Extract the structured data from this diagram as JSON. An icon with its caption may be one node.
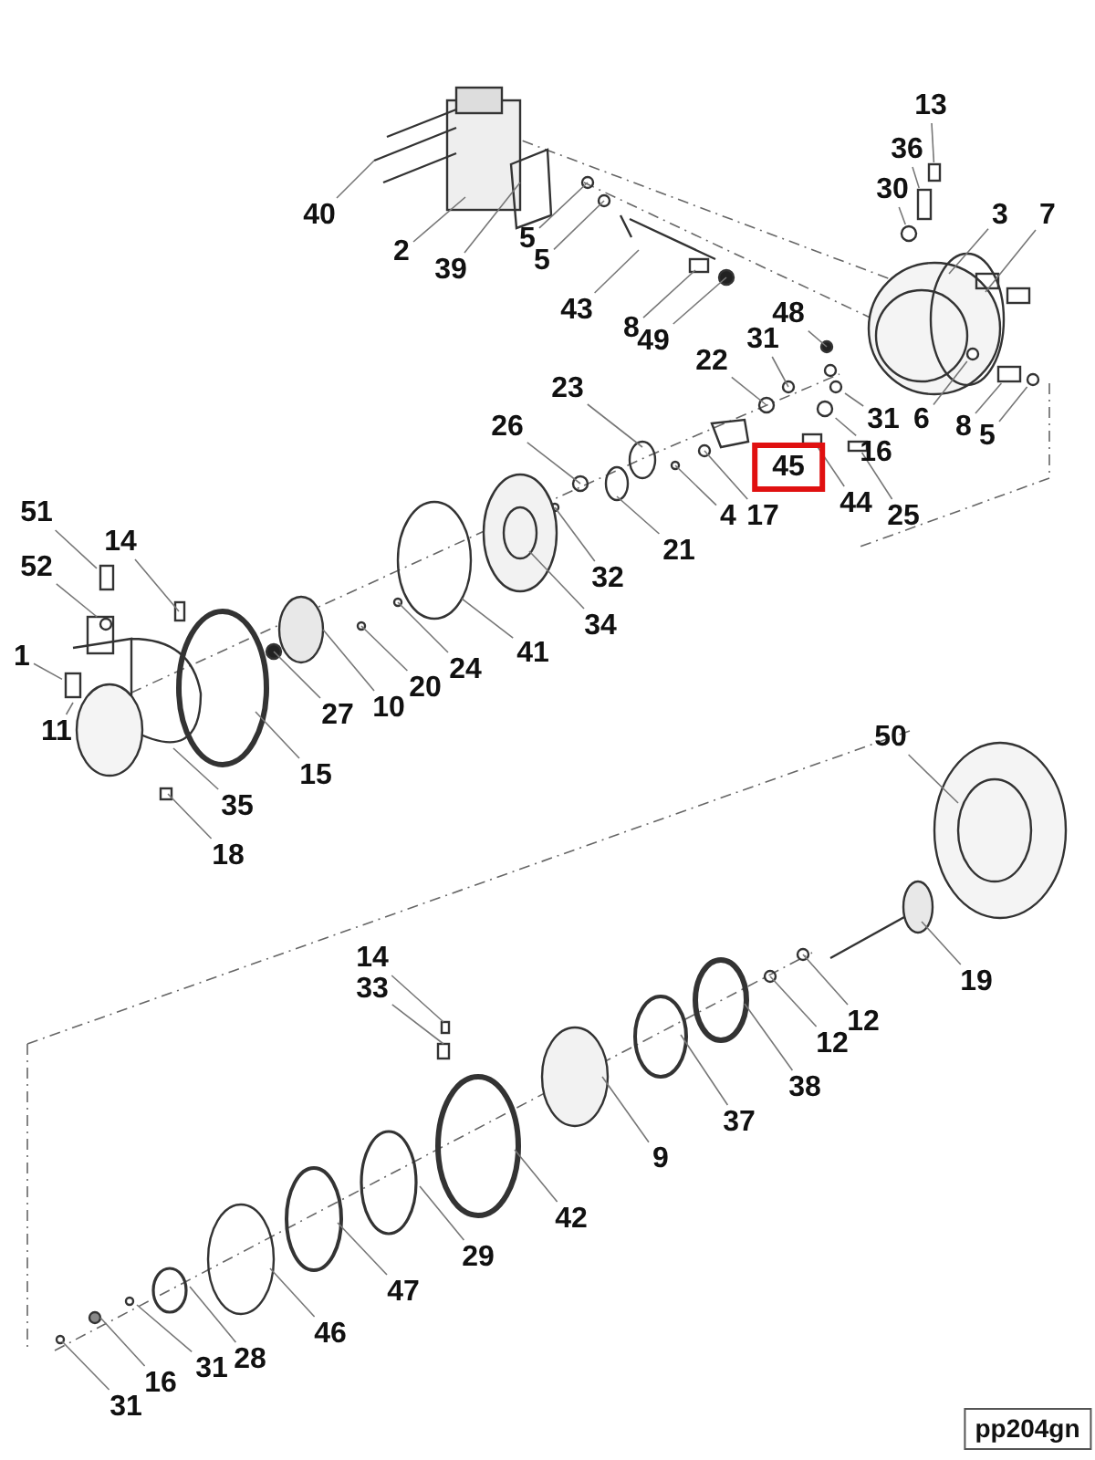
{
  "diagram": {
    "nodes": [
      {
        "text": [
          "13"
        ]
      },
      {
        "text": [
          "36"
        ]
      },
      {
        "text": [
          "30"
        ]
      },
      {
        "text": [
          "40"
        ]
      },
      {
        "text": [
          "2"
        ]
      },
      {
        "text": [
          "39"
        ]
      },
      {
        "text": [
          "3"
        ]
      },
      {
        "text": [
          "7"
        ]
      },
      {
        "text": [
          "5"
        ]
      },
      {
        "text": [
          "5"
        ]
      },
      {
        "text": [
          "43"
        ]
      },
      {
        "text": [
          "8"
        ]
      },
      {
        "text": [
          "49"
        ]
      },
      {
        "text": [
          "48"
        ]
      },
      {
        "text": [
          "22"
        ]
      },
      {
        "text": [
          "31"
        ]
      },
      {
        "text": [
          "23"
        ]
      },
      {
        "text": [
          "31"
        ]
      },
      {
        "text": [
          "6"
        ]
      },
      {
        "text": [
          "8"
        ]
      },
      {
        "text": [
          "5"
        ]
      },
      {
        "text": [
          "16"
        ]
      },
      {
        "text": [
          "26"
        ]
      },
      {
        "text": [
          "4"
        ]
      },
      {
        "text": [
          "17"
        ]
      },
      {
        "text": [
          "44"
        ]
      },
      {
        "text": [
          "25"
        ]
      },
      {
        "text": [
          "21"
        ]
      },
      {
        "text": [
          "51"
        ]
      },
      {
        "text": [
          "14"
        ]
      },
      {
        "text": [
          "52"
        ]
      },
      {
        "text": [
          "32"
        ]
      },
      {
        "text": [
          "34"
        ]
      },
      {
        "text": [
          "1"
        ]
      },
      {
        "text": [
          "41"
        ]
      },
      {
        "text": [
          "24"
        ]
      },
      {
        "text": [
          "20"
        ]
      },
      {
        "text": [
          "27"
        ]
      },
      {
        "text": [
          "10"
        ]
      },
      {
        "text": [
          "11"
        ]
      },
      {
        "text": [
          "15"
        ]
      },
      {
        "text": [
          "35"
        ]
      },
      {
        "text": [
          "18"
        ]
      },
      {
        "text": [
          "50"
        ]
      },
      {
        "text": [
          "19"
        ]
      },
      {
        "text": [
          "14"
        ]
      },
      {
        "text": [
          "33"
        ]
      },
      {
        "text": [
          "12"
        ]
      },
      {
        "text": [
          "12"
        ]
      },
      {
        "text": [
          "38"
        ]
      },
      {
        "text": [
          "37"
        ]
      },
      {
        "text": [
          "9"
        ]
      },
      {
        "text": [
          "42"
        ]
      },
      {
        "text": [
          "29"
        ]
      },
      {
        "text": [
          "47"
        ]
      },
      {
        "text": [
          "46"
        ]
      },
      {
        "text": [
          "28"
        ]
      },
      {
        "text": [
          "31"
        ]
      },
      {
        "text": [
          "16"
        ]
      },
      {
        "text": [
          "31"
        ]
      },
      {
        "text": [
          "45"
        ]
      },
      {
        "text": [
          "pp204gn"
        ]
      },
      {
        "text": [],
        "shape": "box"
      },
      {
        "text": [],
        "shape": "box"
      },
      {
        "text": [],
        "shape": "circle"
      },
      {
        "text": [],
        "shape": "box"
      },
      {
        "text": [],
        "shape": "box"
      },
      {
        "text": [],
        "shape": "box"
      },
      {
        "text": [],
        "shape": "box"
      },
      {
        "text": [],
        "shape": "circle"
      },
      {
        "text": [],
        "shape": "circle"
      },
      {
        "text": [],
        "shape": "circle"
      },
      {
        "text": [],
        "shape": "circle"
      },
      {
        "text": [],
        "shape": "box"
      },
      {
        "text": [],
        "shape": "circle"
      }
    ],
    "edges": [
      {
        "from": 0,
        "to": 62,
        "arrow": "none"
      },
      {
        "from": 1,
        "to": 63,
        "arrow": "none"
      },
      {
        "from": 2,
        "to": 69,
        "arrow": "none"
      },
      {
        "from": 3,
        "to": null,
        "arrow": "none"
      },
      {
        "from": 4,
        "to": null,
        "arrow": "none"
      },
      {
        "from": 5,
        "to": null,
        "arrow": "none"
      },
      {
        "from": 6,
        "to": null,
        "arrow": "none"
      },
      {
        "from": 7,
        "to": null,
        "arrow": "none"
      },
      {
        "from": 8,
        "to": null,
        "arrow": "none"
      },
      {
        "from": 9,
        "to": null,
        "arrow": "none"
      },
      {
        "from": 10,
        "to": null,
        "arrow": "none"
      },
      {
        "from": 11,
        "to": null,
        "arrow": "none"
      },
      {
        "from": 12,
        "to": null,
        "arrow": "none"
      },
      {
        "from": 13,
        "to": null,
        "arrow": "none"
      },
      {
        "from": 14,
        "to": null,
        "arrow": "none"
      },
      {
        "from": 15,
        "to": null,
        "arrow": "none"
      },
      {
        "from": 16,
        "to": null,
        "arrow": "none"
      },
      {
        "from": 17,
        "to": 70,
        "arrow": "none"
      },
      {
        "from": 18,
        "to": 72,
        "arrow": "none"
      },
      {
        "from": 19,
        "to": 73,
        "arrow": "none"
      },
      {
        "from": 20,
        "to": 74,
        "arrow": "none"
      },
      {
        "from": 21,
        "to": 64,
        "arrow": "none"
      },
      {
        "from": 22,
        "to": null,
        "arrow": "none"
      },
      {
        "from": 23,
        "to": null,
        "arrow": "none"
      },
      {
        "from": 24,
        "to": null,
        "arrow": "none"
      },
      {
        "from": 25,
        "to": 65,
        "arrow": "none"
      },
      {
        "from": 26,
        "to": 66,
        "arrow": "none"
      },
      {
        "from": 27,
        "to": null,
        "arrow": "none"
      },
      {
        "from": 28,
        "to": 67,
        "arrow": "none"
      },
      {
        "from": 29,
        "to": null,
        "arrow": "none"
      },
      {
        "from": 30,
        "to": 71,
        "arrow": "none"
      },
      {
        "from": 31,
        "to": null,
        "arrow": "none"
      },
      {
        "from": 32,
        "to": null,
        "arrow": "none"
      },
      {
        "from": 33,
        "to": 68,
        "arrow": "none"
      },
      {
        "from": 34,
        "to": null,
        "arrow": "none"
      },
      {
        "from": 35,
        "to": null,
        "arrow": "none"
      },
      {
        "from": 36,
        "to": null,
        "arrow": "none"
      },
      {
        "from": 37,
        "to": null,
        "arrow": "none"
      },
      {
        "from": 38,
        "to": null,
        "arrow": "none"
      },
      {
        "from": 39,
        "to": null,
        "arrow": "none"
      },
      {
        "from": 40,
        "to": null,
        "arrow": "none"
      },
      {
        "from": 41,
        "to": null,
        "arrow": "none"
      },
      {
        "from": 42,
        "to": null,
        "arrow": "none"
      },
      {
        "from": 43,
        "to": null,
        "arrow": "none"
      },
      {
        "from": 44,
        "to": null,
        "arrow": "none"
      },
      {
        "from": 45,
        "to": null,
        "arrow": "none"
      },
      {
        "from": 46,
        "to": null,
        "arrow": "none"
      },
      {
        "from": 47,
        "to": null,
        "arrow": "none"
      },
      {
        "from": 48,
        "to": null,
        "arrow": "none"
      },
      {
        "from": 49,
        "to": null,
        "arrow": "none"
      },
      {
        "from": 50,
        "to": null,
        "arrow": "none"
      },
      {
        "from": 51,
        "to": null,
        "arrow": "none"
      },
      {
        "from": 52,
        "to": null,
        "arrow": "none"
      },
      {
        "from": 53,
        "to": null,
        "arrow": "none"
      },
      {
        "from": 54,
        "to": null,
        "arrow": "none"
      },
      {
        "from": 55,
        "to": null,
        "arrow": "none"
      },
      {
        "from": 56,
        "to": null,
        "arrow": "none"
      },
      {
        "from": 57,
        "to": null,
        "arrow": "none"
      },
      {
        "from": 58,
        "to": null,
        "arrow": "none"
      },
      {
        "from": 59,
        "to": null,
        "arrow": "none"
      }
    ]
  }
}
